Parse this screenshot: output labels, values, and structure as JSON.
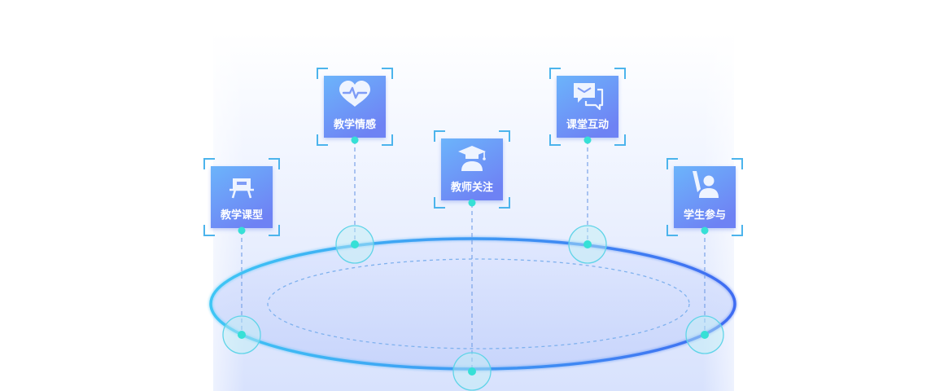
{
  "nodes": [
    {
      "id": "teaching-model",
      "label": "教学课型",
      "icon": "easel-icon"
    },
    {
      "id": "teaching-emotion",
      "label": "教学情感",
      "icon": "heart-pulse-icon"
    },
    {
      "id": "teacher-attention",
      "label": "教师关注",
      "icon": "teacher-graduation-cap-icon"
    },
    {
      "id": "class-interaction",
      "label": "课堂互动",
      "icon": "chat-bubbles-icon"
    },
    {
      "id": "student-participation",
      "label": "学生参与",
      "icon": "student-raising-hand-icon"
    }
  ],
  "colors": {
    "ring_start": "#3ec6f5",
    "ring_end": "#3f6cf2",
    "card_top": "#6ab0fa",
    "card_bottom": "#6f86f5",
    "bracket": "#4cb4ec",
    "dot": "#36e0d6",
    "halo_fill": "#bff0f4",
    "halo_stroke": "#5fd4e8",
    "dashed_line": "#7aa3e8",
    "backdrop_top": "#ffffff",
    "backdrop_bottom": "#d8e2fd"
  }
}
